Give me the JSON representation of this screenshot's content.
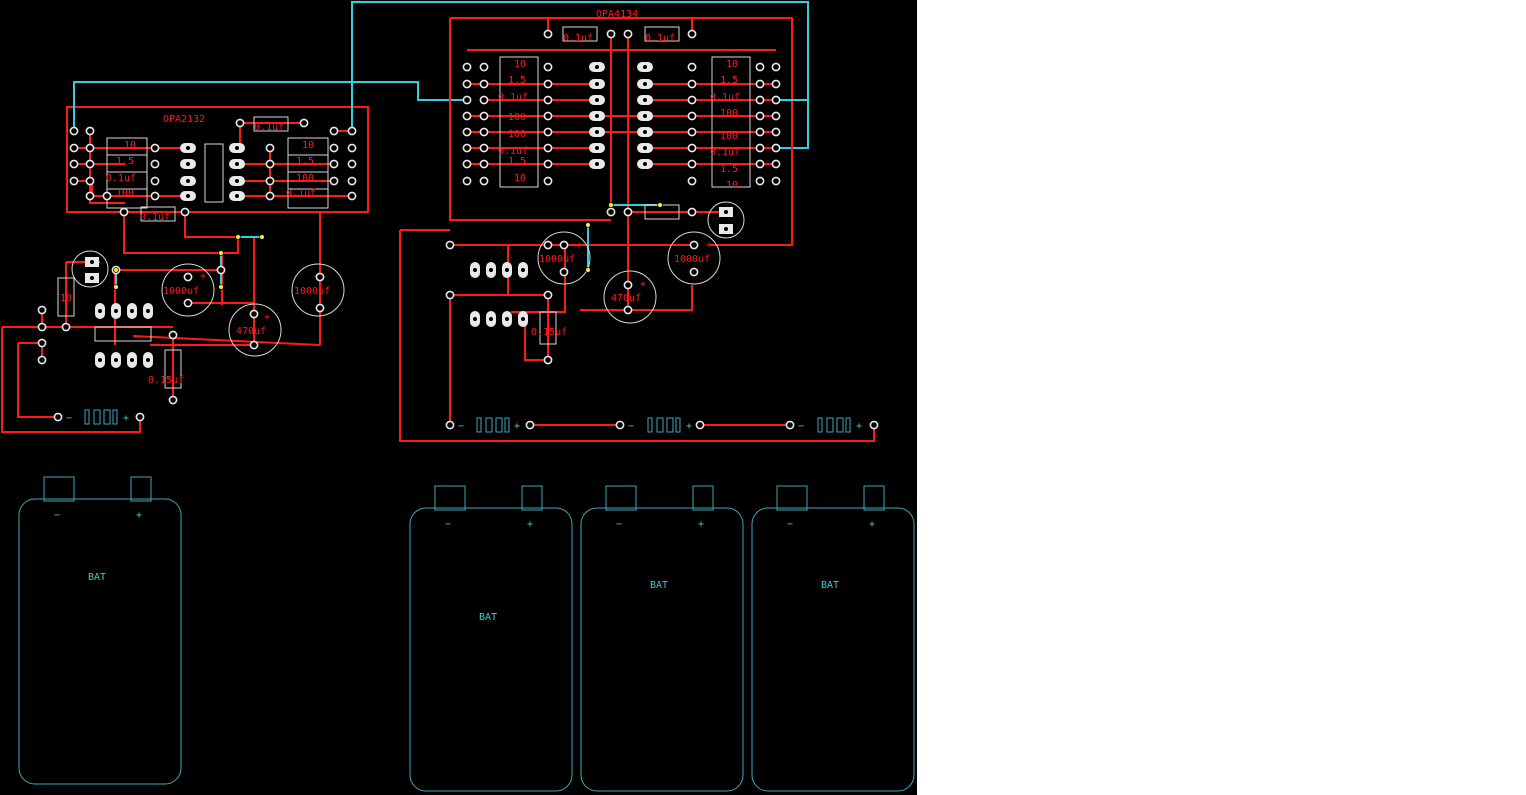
{
  "board": {
    "chips": [
      {
        "label": "OPA2132"
      },
      {
        "label": "OPA4134"
      }
    ],
    "resistor_labels_left": [
      "10",
      "1.5",
      "0.1uf",
      "100",
      "10",
      "1.5",
      "100",
      "0.1uf"
    ],
    "resistor_labels_right": [
      "10",
      "1.5",
      "0.1uf",
      "100",
      "100",
      "0.1uf",
      "1.5",
      "10",
      "10",
      "1.5",
      "0.1uf",
      "100",
      "100",
      "0.1uf",
      "1.5",
      "10"
    ],
    "cap_labels": {
      "left_top": "0.1uf",
      "left_bottom": "0.1uf",
      "left_big_a": "1000uf",
      "left_big_b": "1000uf",
      "left_mid": "470uf",
      "left_small": "0.15uf",
      "left_r": "10",
      "right_top_a": "0.1uf",
      "right_top_b": "0.1uf",
      "right_big_a": "1000uf",
      "right_big_b": "1000uf",
      "right_mid": "470uf",
      "right_small": "0.15uf"
    },
    "battery_connector_signs": {
      "minus": "−",
      "plus": "+"
    },
    "battery_label": "BAT"
  },
  "colors": {
    "background": "#000000",
    "track": "#ff1a1a",
    "wire": "#2fd0e0",
    "pad": "#e8e8e8",
    "battery_outline": "#3fa8b8"
  }
}
